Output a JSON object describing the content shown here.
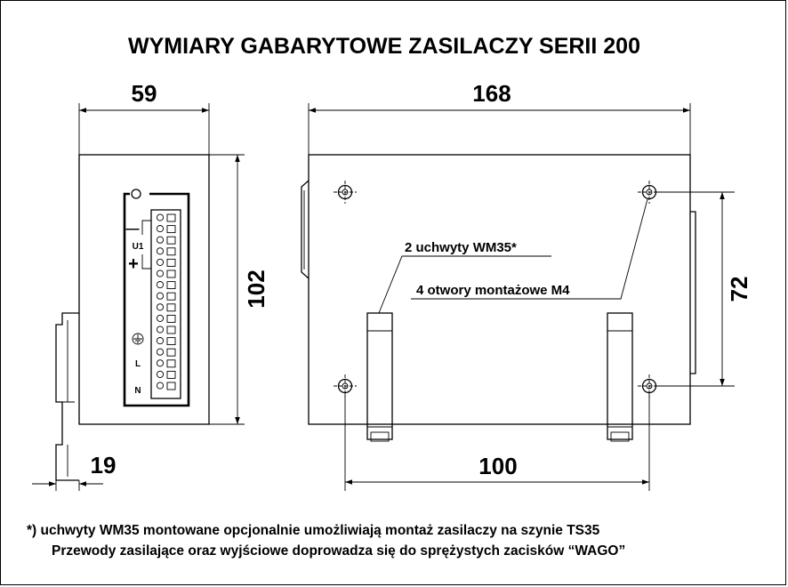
{
  "title": "WYMIARY GABARYTOWE ZASILACZY SERII 200",
  "dimensions": {
    "width_front": "59",
    "length": "168",
    "height": "102",
    "hole_spacing_vertical": "72",
    "rail_offset": "19",
    "hole_spacing_horizontal": "100"
  },
  "callouts": {
    "mounts": "2 uchwyty WM35*",
    "holes": "4 otwory montażowe M4"
  },
  "terminal_labels": {
    "minus": "—",
    "output": "U1",
    "plus": "+",
    "live": "L",
    "neutral": "N",
    "led": "O"
  },
  "footnotes": {
    "line1": "*) uchwyty WM35 montowane opcjonalnie umożliwiają  montaż zasilaczy na szynie TS35",
    "line2": "Przewody zasilające oraz wyjściowe doprowadza się do sprężystych zacisków “WAGO”"
  }
}
